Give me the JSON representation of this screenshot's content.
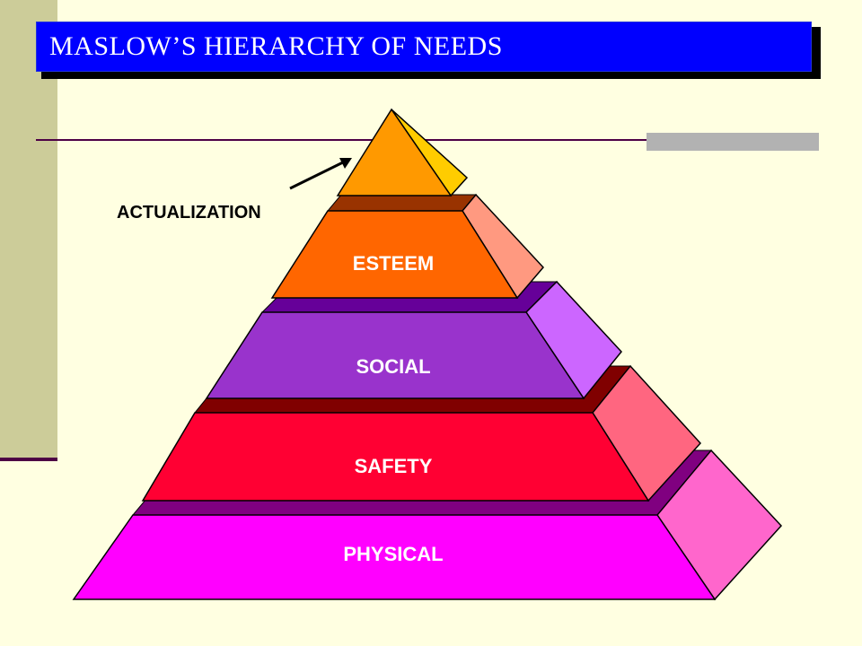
{
  "title": "MASLOW’S HIERARCHY OF NEEDS",
  "levels": {
    "actualization": "ACTUALIZATION",
    "esteem": "ESTEEM",
    "social": "SOCIAL",
    "safety": "SAFETY",
    "physical": "PHYSICAL"
  },
  "colors": {
    "background": "#FFFFE1",
    "title_bar": "#0000FF",
    "actualization": "#FF9900",
    "esteem": "#FF6600",
    "social": "#9933CC",
    "safety": "#FF0033",
    "physical": "#FF00FF"
  }
}
